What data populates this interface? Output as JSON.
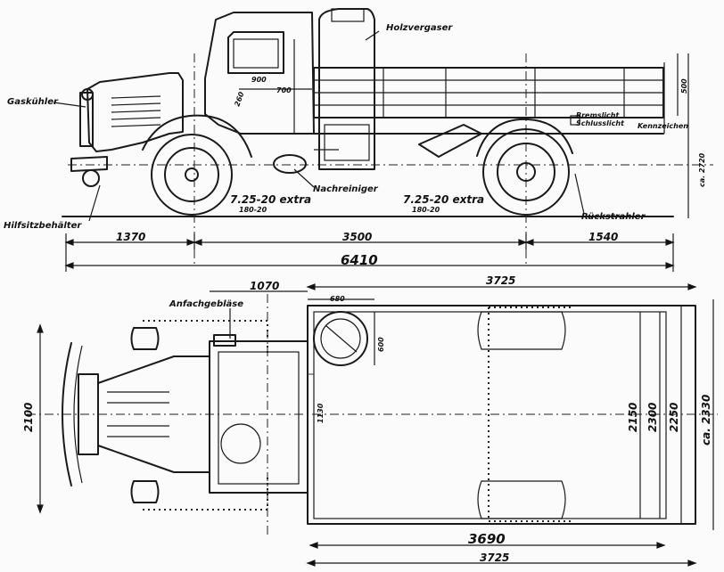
{
  "labels": {
    "holzvergaser": "Holzvergaser",
    "gaskuehler": "Gaskühler",
    "nachreiniger": "Nachreiniger",
    "hilfsitzbehaelter": "Hilfsitzbehälter",
    "rueckstrahler": "Rückstrahler",
    "anfachgeblaese": "Anfachgebläse",
    "bremslicht": "Bremslicht",
    "schlusslicht": "Schlusslicht",
    "kennzeichen": "Kennzeichen"
  },
  "tires": {
    "front_size": "7.25-20 extra",
    "front_sub": "180-20",
    "rear_size": "7.25-20 extra",
    "rear_sub": "180-20"
  },
  "side_dims": {
    "front_overhang": "1370",
    "wheelbase": "3500",
    "rear_overhang": "1540",
    "overall_length": "6410",
    "height_total": "ca. 2720",
    "board_height": "500",
    "cab_inner_1": "900",
    "cab_inner_2": "700",
    "cab_inner_3": "260"
  },
  "top_dims": {
    "top_1070": "1070",
    "top_3725": "3725",
    "gen_680": "680",
    "gen_600": "600",
    "width_2100": "2100",
    "inner_2150": "2150",
    "inner_2300": "2300",
    "outer_2250": "2250",
    "outer_2330": "ca. 2330",
    "bottom_3690": "3690",
    "bottom_3725": "3725",
    "dim_1130": "1130"
  }
}
